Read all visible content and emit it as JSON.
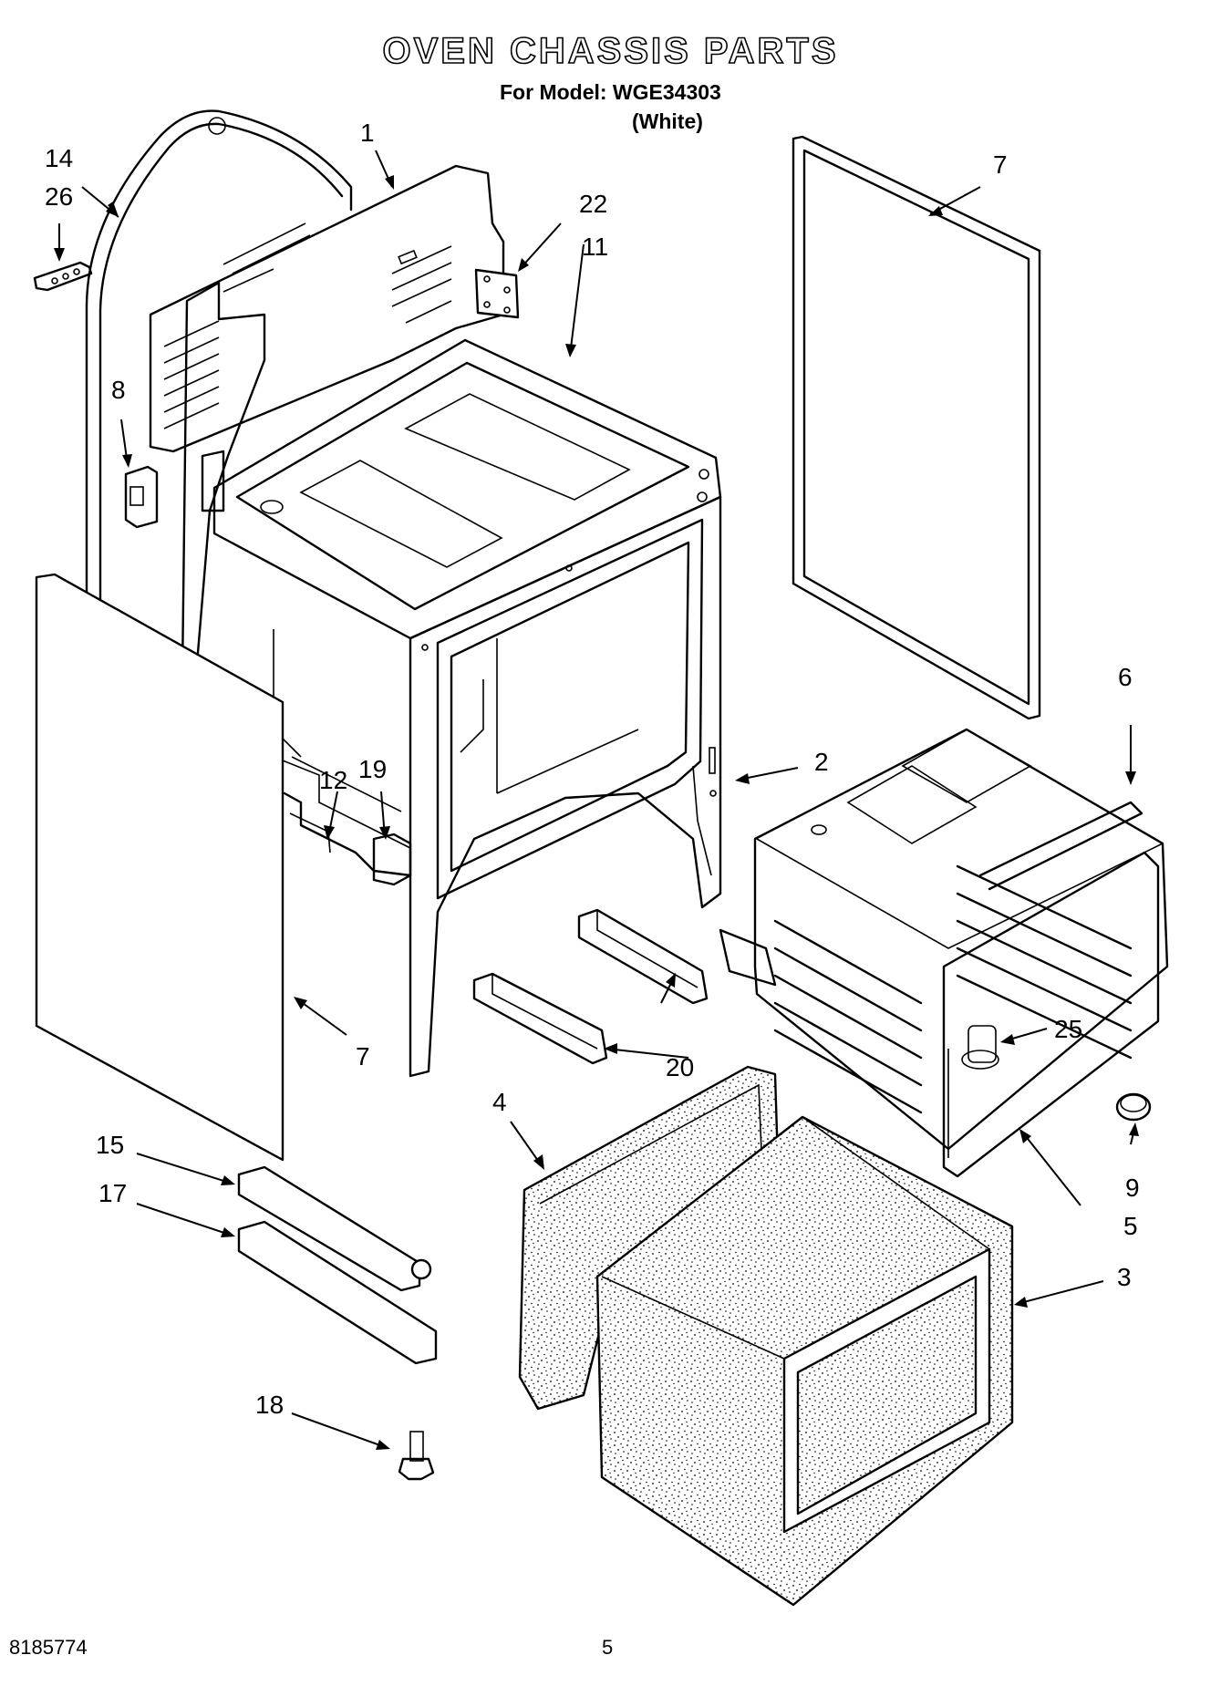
{
  "header": {
    "title": "OVEN CHASSIS PARTS",
    "subtitle": "For Model: WGE34303",
    "variant": "(White)"
  },
  "footer": {
    "document_number": "8185774",
    "page_number": "5"
  },
  "callouts": {
    "c1": "1",
    "c2": "2",
    "c3": "3",
    "c4": "4",
    "c5": "5",
    "c6": "6",
    "c7a": "7",
    "c7b": "7",
    "c8": "8",
    "c9": "9",
    "c11": "11",
    "c12": "12",
    "c14": "14",
    "c15": "15",
    "c17": "17",
    "c18": "18",
    "c19": "19",
    "c20": "20",
    "c22": "22",
    "c25": "25",
    "c26": "26"
  }
}
